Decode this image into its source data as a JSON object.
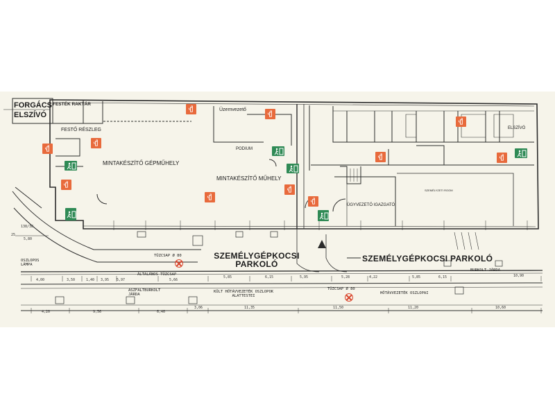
{
  "labels": {
    "forgacs_elszivo": "FORGÁCS\nELSZÍVÓ",
    "festek_raktar": "FESTÉK RAKTÁR",
    "festo_reszleg": "FESTŐ RÉSZLEG",
    "mintakeszito_gepmuhely": "MINTAKÉSZÍTŐ GÉPMŰHELY",
    "podium": "PODIUM",
    "uzemvezeto": "Üzemvezető",
    "mintakeszito_muhely": "MINTAKÉSZÍTŐ MŰHELY",
    "ugyvezeto_igazgato": "ÜGYVEZETŐ IGAZGATÓ",
    "elszivo": "ELSZÍVÓ",
    "tuzcsap_1": "TŰZCSAP Ø 80",
    "tuzcsap_2": "TŰZCSAP Ø 80",
    "parking_1_line1": "SZEMÉLYGÉPKOCSI",
    "parking_1_line2": "PARKOLÓ",
    "parking_2": "SZEMÉLYGÉPKOCSI PARKOLÓ",
    "oszlopos_lampa": "OSZLOPOS\nLÁMPA",
    "altalanos_tuzcsap": "ÁLTALÁNOS TŰZCSAP",
    "aszfalt_jarda": "ASZFALTBURKOLT\nJÁRDA",
    "kult_hoelvezeto": "KÜLT HŐTÁVVEZETÉK OSZLOPOK\nALATTESTEI",
    "hotavvezetek": "HŐTÁVVEZETÉK OSZLOPAI",
    "burkolt_jarda": "BURKOLT JÁRDA",
    "szemelyzeti": "SZEMÉLYZETI ROOM"
  },
  "dimensions": {
    "row1": [
      "4,00",
      "3,50",
      "1,40",
      "3,95",
      "5,97",
      "5,66",
      "5,85",
      "6,15",
      "5,95",
      "5,28",
      "4,22",
      "5,85",
      "6,15",
      "10,90"
    ],
    "row2": [
      "4,20",
      "9,56",
      "6,40",
      "3,06",
      "11,35",
      "11,50",
      "11,20",
      "10,60"
    ],
    "left": [
      "138/38",
      "25",
      "5,80"
    ]
  },
  "colors": {
    "paper": "#f6f4ea",
    "line": "#2b2b2b",
    "fire_sign": "#e86a3c",
    "exit_sign": "#2f8a55",
    "hydrant": "#d9442b"
  }
}
